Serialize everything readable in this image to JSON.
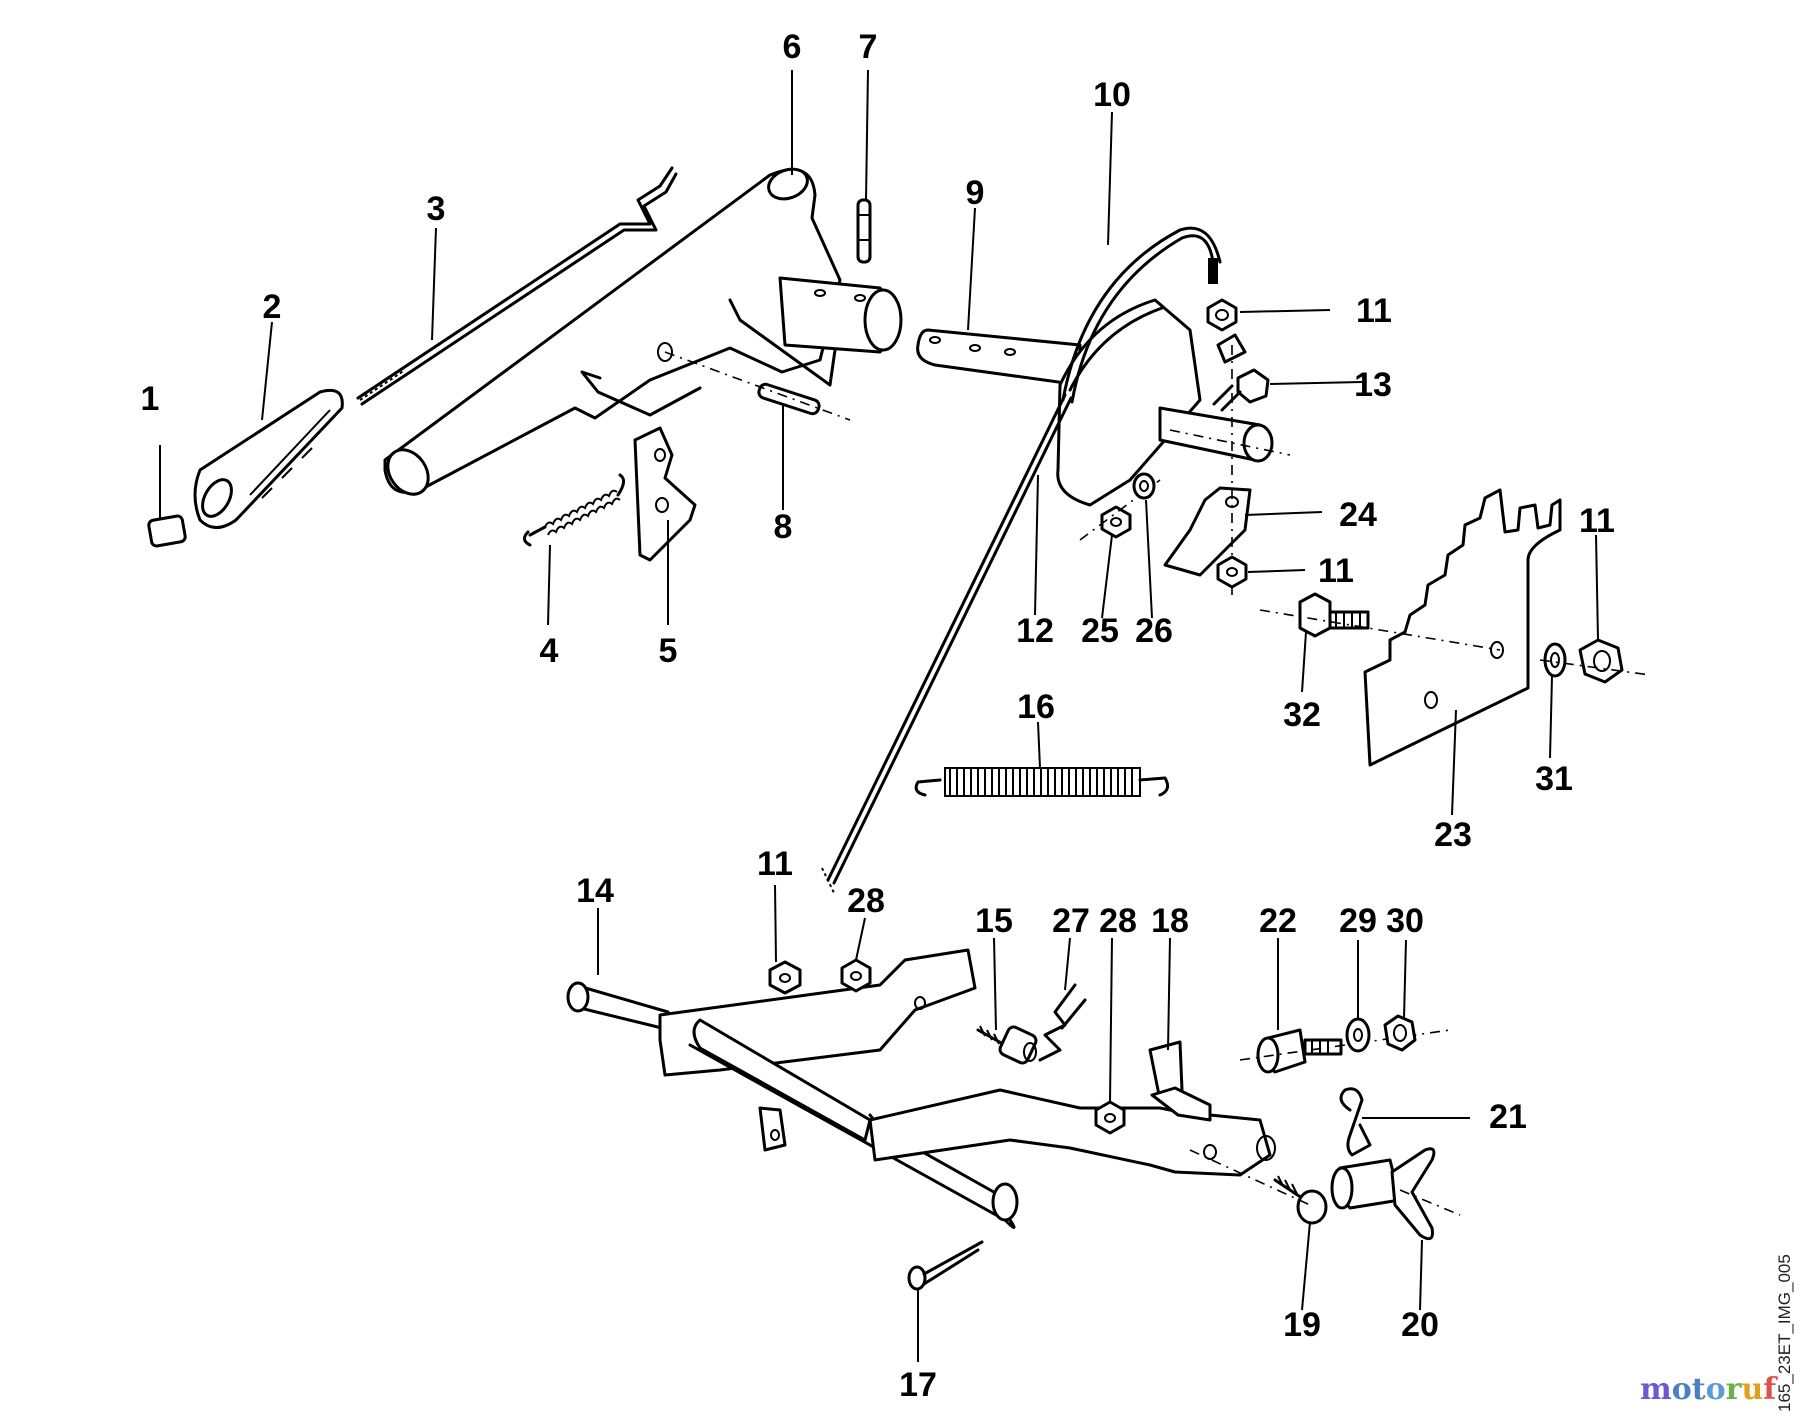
{
  "diagram": {
    "reference_code": "165_23ET_IMG_005",
    "labels": [
      {
        "id": "1",
        "text": "1"
      },
      {
        "id": "2",
        "text": "2"
      },
      {
        "id": "3",
        "text": "3"
      },
      {
        "id": "4",
        "text": "4"
      },
      {
        "id": "5",
        "text": "5"
      },
      {
        "id": "6",
        "text": "6"
      },
      {
        "id": "7",
        "text": "7"
      },
      {
        "id": "8",
        "text": "8"
      },
      {
        "id": "9",
        "text": "9"
      },
      {
        "id": "10",
        "text": "10"
      },
      {
        "id": "11a",
        "text": "11"
      },
      {
        "id": "11b",
        "text": "11"
      },
      {
        "id": "11c",
        "text": "11"
      },
      {
        "id": "11d",
        "text": "11"
      },
      {
        "id": "12",
        "text": "12"
      },
      {
        "id": "13",
        "text": "13"
      },
      {
        "id": "14",
        "text": "14"
      },
      {
        "id": "15",
        "text": "15"
      },
      {
        "id": "16",
        "text": "16"
      },
      {
        "id": "17",
        "text": "17"
      },
      {
        "id": "18",
        "text": "18"
      },
      {
        "id": "19",
        "text": "19"
      },
      {
        "id": "20",
        "text": "20"
      },
      {
        "id": "21",
        "text": "21"
      },
      {
        "id": "22",
        "text": "22"
      },
      {
        "id": "23",
        "text": "23"
      },
      {
        "id": "24",
        "text": "24"
      },
      {
        "id": "25",
        "text": "25"
      },
      {
        "id": "26",
        "text": "26"
      },
      {
        "id": "27",
        "text": "27"
      },
      {
        "id": "28a",
        "text": "28"
      },
      {
        "id": "28b",
        "text": "28"
      },
      {
        "id": "29",
        "text": "29"
      },
      {
        "id": "30",
        "text": "30"
      },
      {
        "id": "31",
        "text": "31"
      },
      {
        "id": "32",
        "text": "32"
      }
    ]
  },
  "brand": {
    "letters": [
      "m",
      "o",
      "t",
      "o",
      "r",
      "u",
      "f"
    ],
    "colors": [
      "#6a5acd",
      "#4a7fc1",
      "#4a7fc1",
      "#5b9bd5",
      "#6fae4f",
      "#e0a020",
      "#d9534f"
    ]
  }
}
